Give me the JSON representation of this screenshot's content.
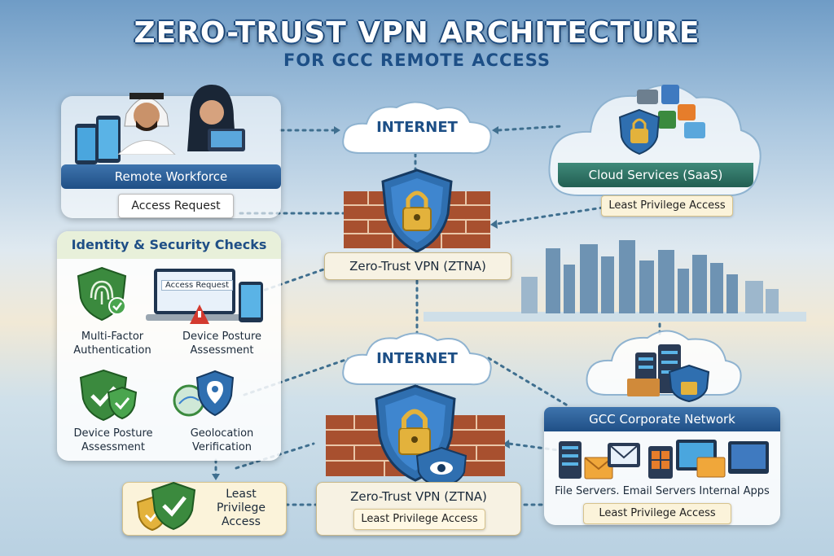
{
  "header": {
    "title": "ZERO-TRUST VPN ARCHITECTURE",
    "subtitle": "FOR GCC REMOTE ACCESS"
  },
  "remote": {
    "label": "Remote Workforce",
    "tag": "Access Request"
  },
  "internet_top": "INTERNET",
  "internet_bottom": "INTERNET",
  "cloud_services": {
    "label": "Cloud Services (SaaS)",
    "tag": "Least Privilege Access"
  },
  "vpn_top": {
    "label": "Zero-Trust VPN (ZTNA)"
  },
  "vpn_bottom": {
    "label": "Zero-Trust VPN (ZTNA)",
    "tag": "Least Privilege Access"
  },
  "identity": {
    "title": "Identity & Security Checks",
    "screen_text": "Access Request",
    "items": [
      {
        "line1": "Multi-Factor",
        "line2": "Authentication"
      },
      {
        "line1": "Device Posture",
        "line2": "Assessment"
      },
      {
        "line1": "Device Posture",
        "line2": "Assessment"
      },
      {
        "line1": "Geolocation",
        "line2": "Verification"
      }
    ]
  },
  "least_privilege_left": {
    "line1": "Least",
    "line2": "Privilege",
    "line3": "Access"
  },
  "corporate": {
    "label": "GCC Corporate Network",
    "caption": "File Servers. Email Servers  Internal Apps",
    "tag": "Least Privilege Access"
  },
  "colors": {
    "primary": "#1f4f86",
    "accent_green": "#256758",
    "shield_blue": "#2f6fb0",
    "shield_green": "#3b8a3e",
    "lock_gold": "#e3b23c",
    "brick": "#a8502f"
  }
}
